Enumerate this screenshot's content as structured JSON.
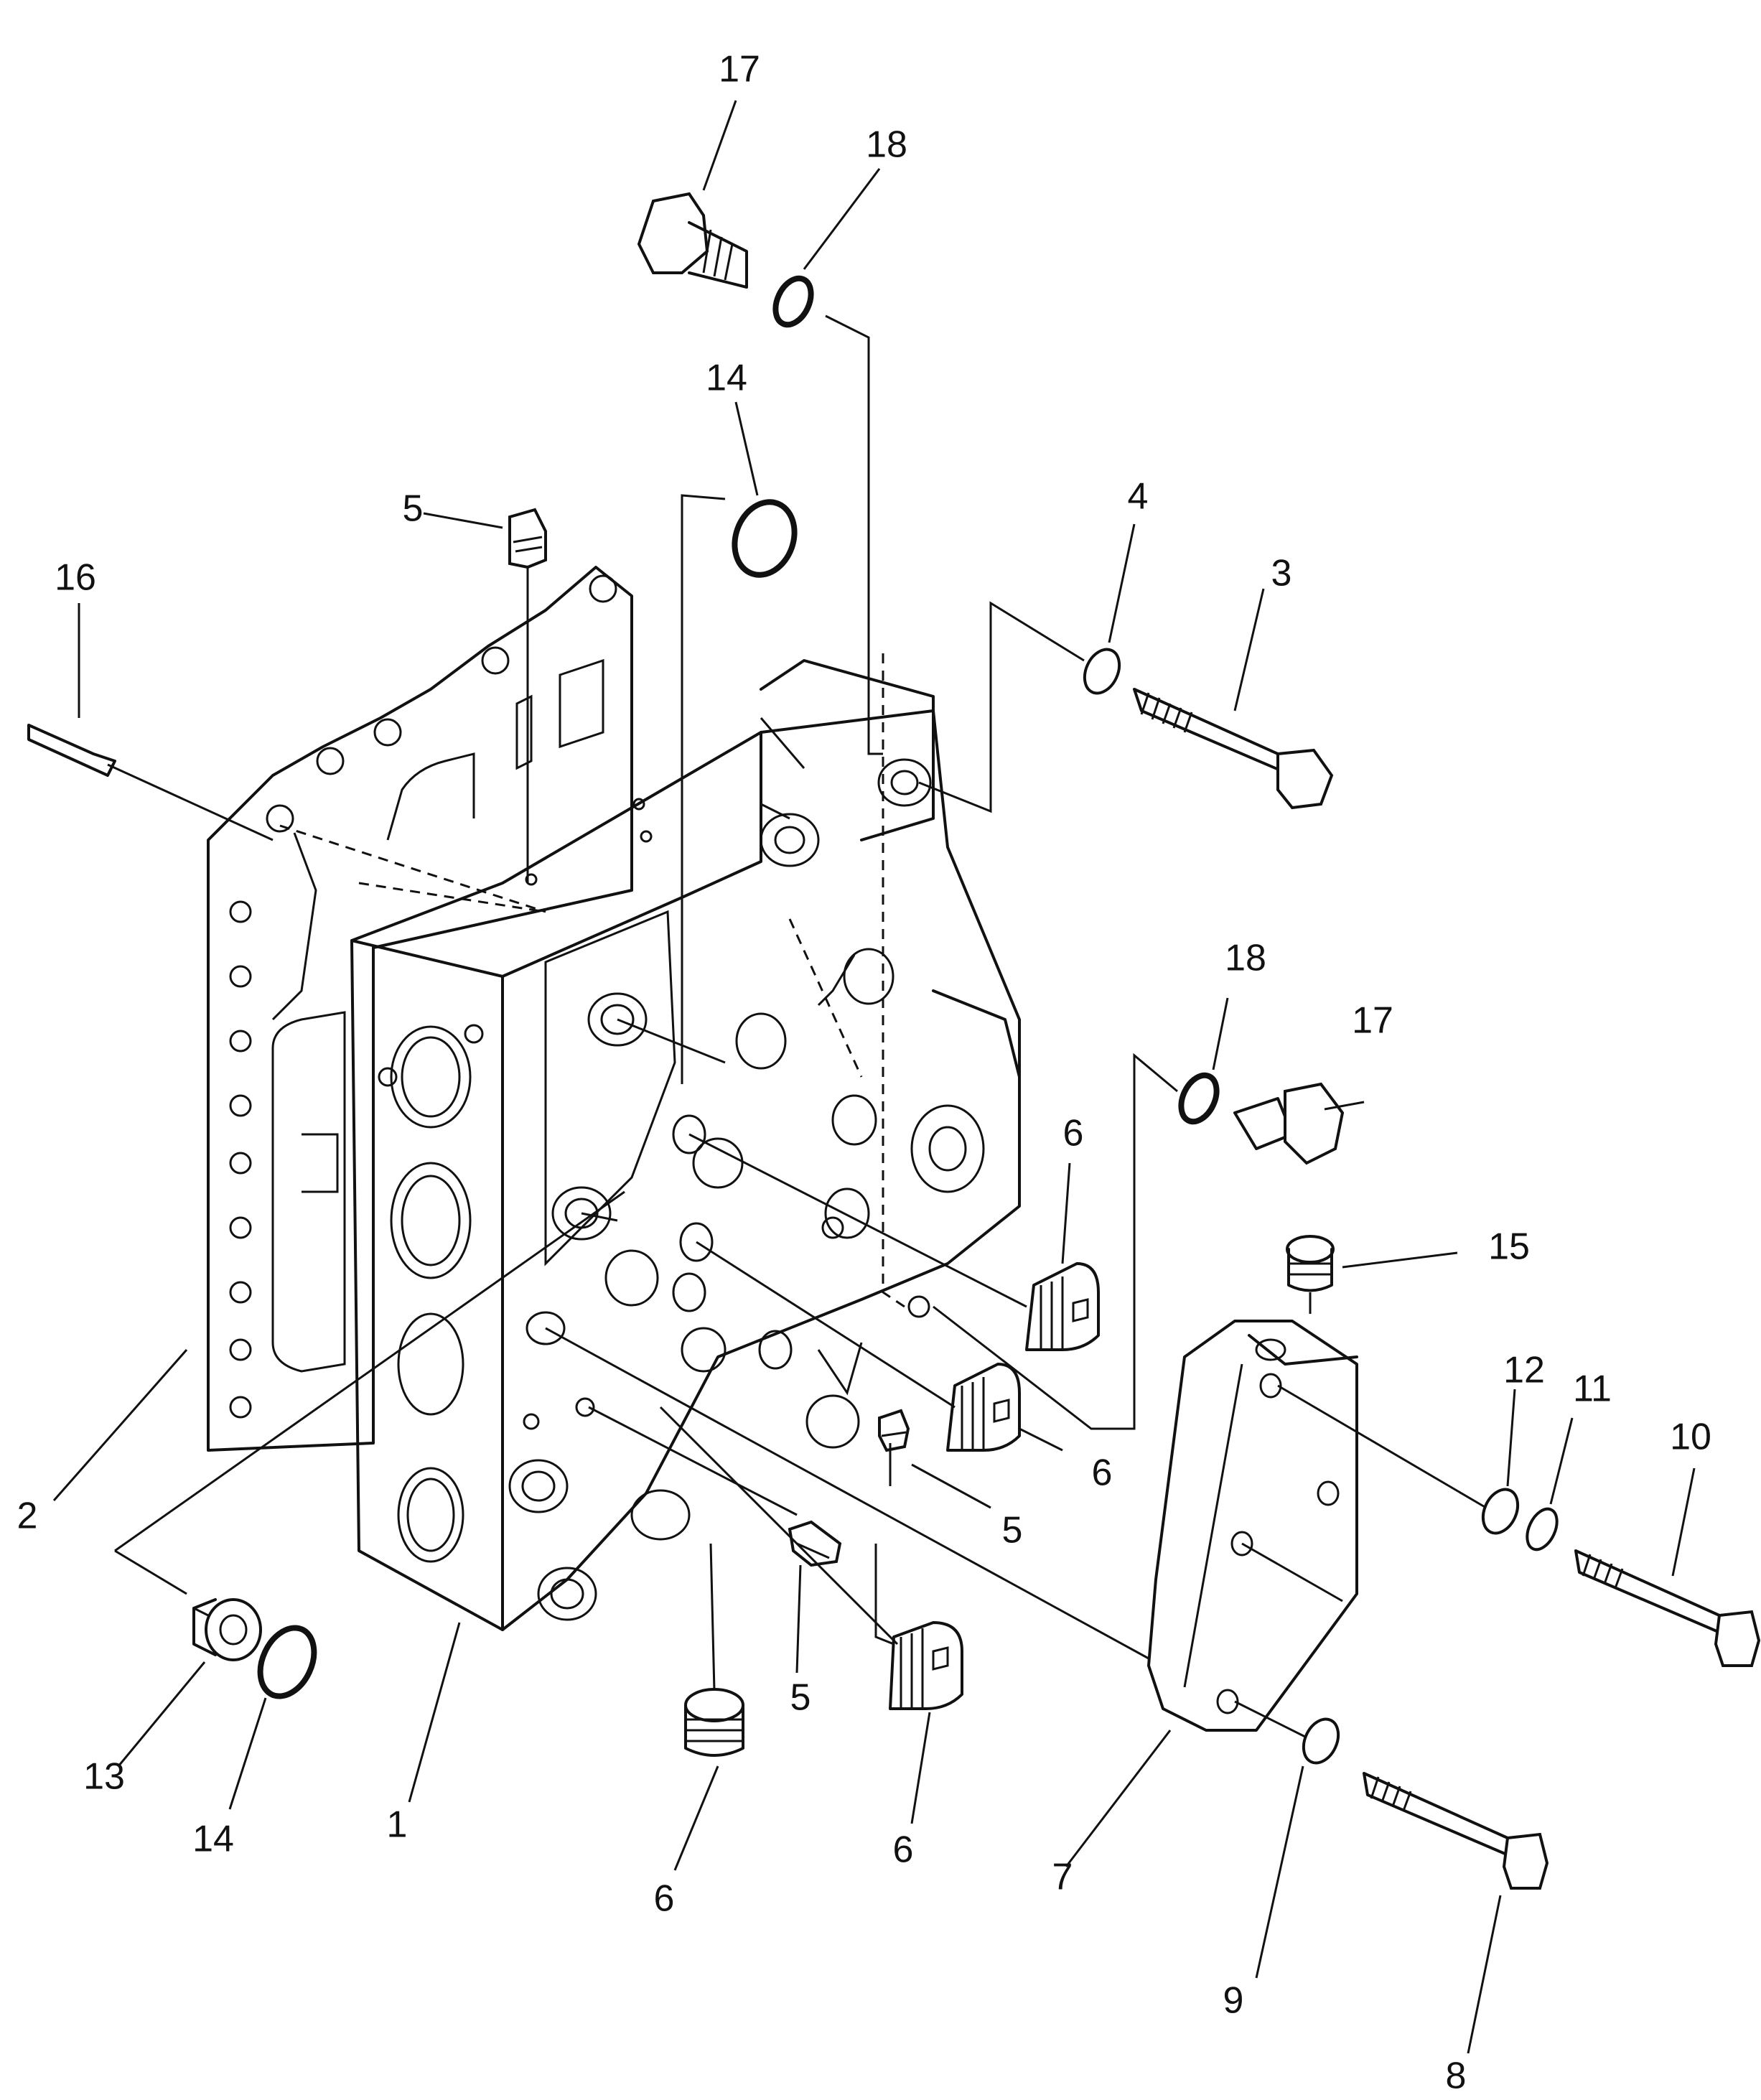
{
  "drawing": {
    "kind": "exploded parts diagram",
    "callouts": {
      "c1": "1",
      "c2": "2",
      "c3": "3",
      "c4": "4",
      "c5a": "5",
      "c5b": "5",
      "c5c": "5",
      "c6a": "6",
      "c6b": "6",
      "c6c": "6",
      "c6d": "6",
      "c7": "7",
      "c8": "8",
      "c9": "9",
      "c10": "10",
      "c11": "11",
      "c12": "12",
      "c13": "13",
      "c14a": "14",
      "c14b": "14",
      "c15": "15",
      "c16": "16",
      "c17a": "17",
      "c17b": "17",
      "c18a": "18",
      "c18b": "18"
    }
  }
}
